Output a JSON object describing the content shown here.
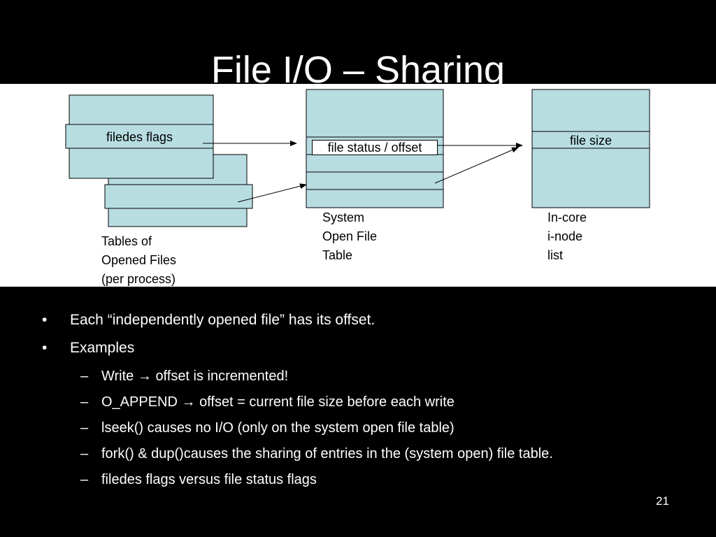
{
  "slide": {
    "title": "File I/O – Sharing",
    "page_number": "21"
  },
  "diagram": {
    "process_table": {
      "row_label": "filedes flags",
      "caption": [
        "Tables of",
        "Opened Files",
        "(per process)"
      ]
    },
    "open_file_table": {
      "row_label": "file status / offset",
      "caption": [
        "System",
        "Open File",
        "Table"
      ]
    },
    "inode_list": {
      "row_label": "file size",
      "caption": [
        "In-core",
        "i-node",
        "list"
      ]
    },
    "colors": {
      "box_fill": "#b7dde1",
      "stroke": "#000000"
    }
  },
  "bullets": {
    "items": [
      {
        "text": "Each “independently opened file” has its offset."
      },
      {
        "text": "Examples",
        "sub": [
          {
            "before": "Write",
            "after": "offset is incremented!"
          },
          {
            "before": "O_APPEND",
            "after": "offset = current file size before each write"
          },
          {
            "text": "lseek() causes no I/O (only on the system open file table)"
          },
          {
            "text": "fork() & dup()causes the sharing of entries in the (system open) file table."
          },
          {
            "text": "filedes flags versus file status flags"
          }
        ]
      }
    ],
    "marker": "•",
    "sub_marker": "–",
    "arrow_glyph": "→"
  }
}
